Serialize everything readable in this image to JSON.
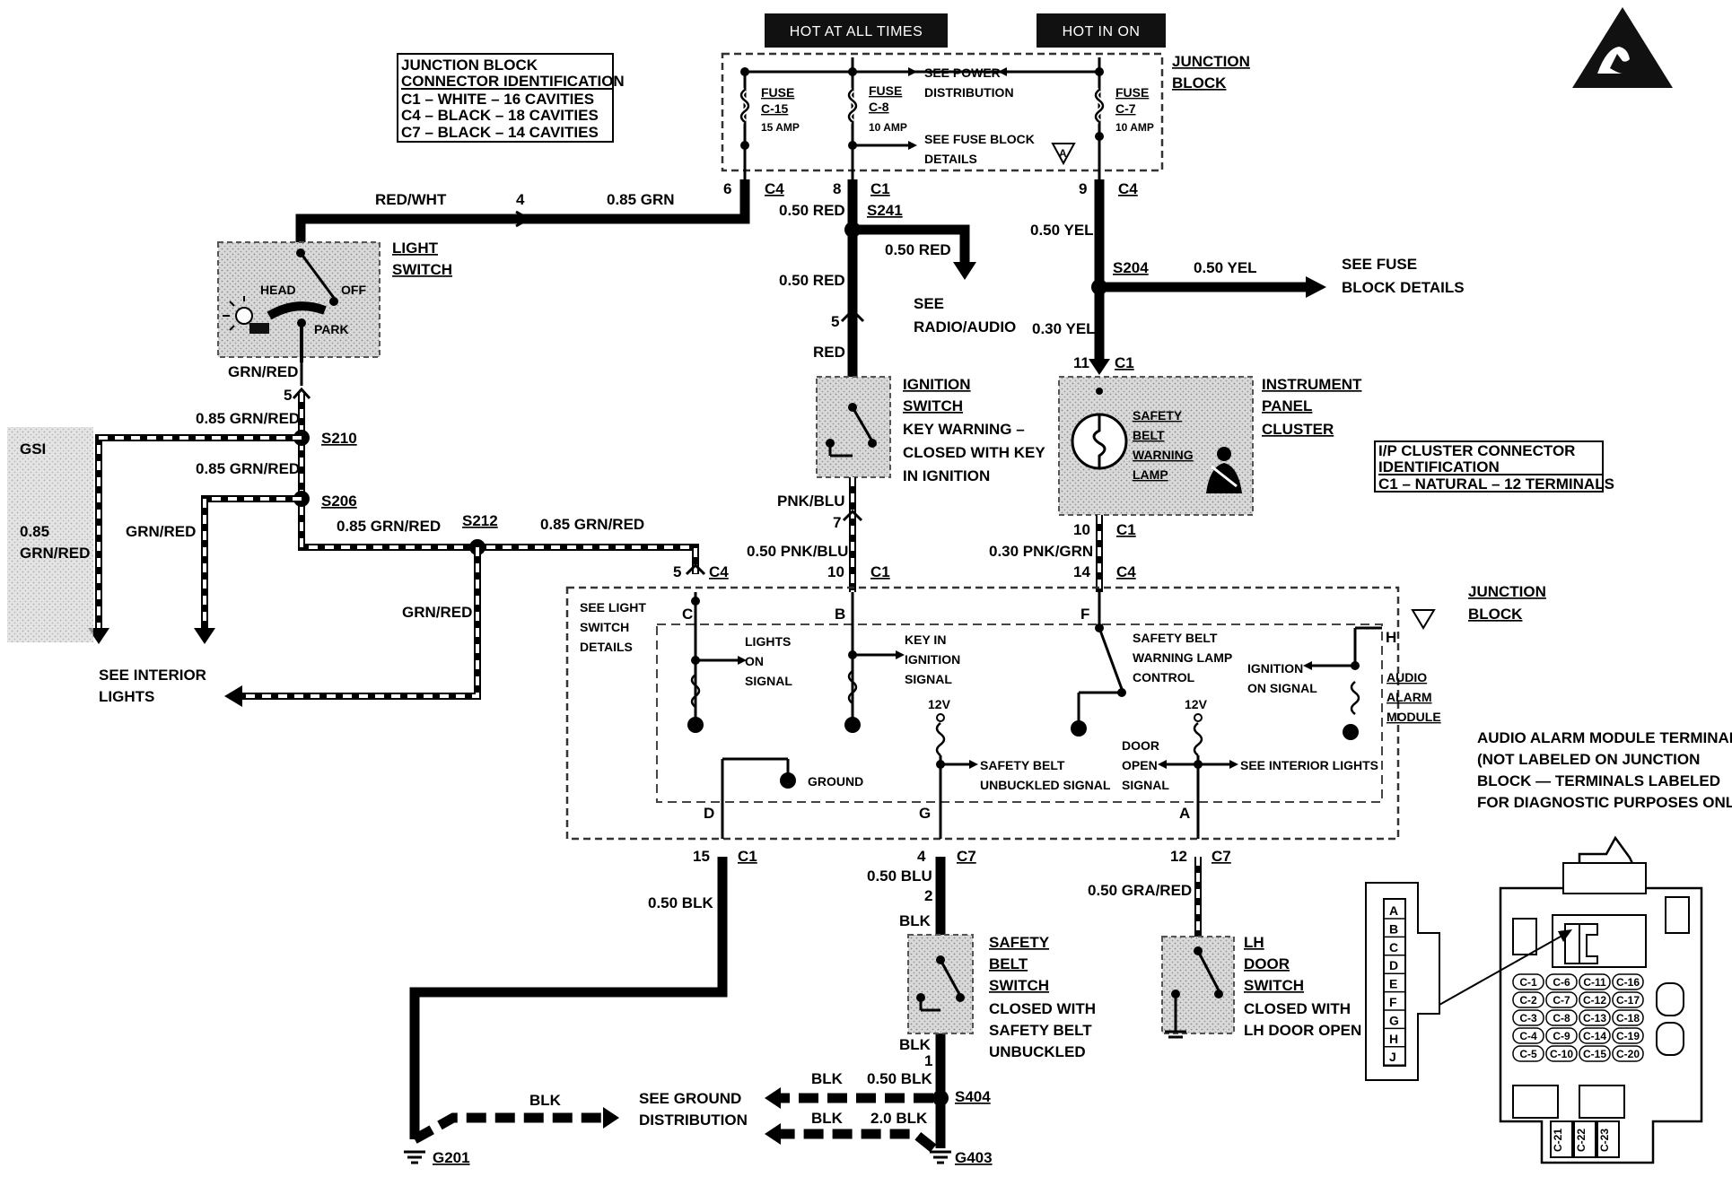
{
  "headers": {
    "hot_at_all_times": "HOT AT ALL TIMES",
    "hot_in_on": "HOT IN ON"
  },
  "junction_block_top": {
    "title_line1": "JUNCTION",
    "title_line2": "BLOCK",
    "see_power_line1": "SEE POWER",
    "see_power_line2": "DISTRIBUTION",
    "see_fuse_line1": "SEE FUSE BLOCK",
    "see_fuse_line2": "DETAILS",
    "fuses": [
      {
        "name": "FUSE",
        "id": "C-15",
        "rating": "15 AMP"
      },
      {
        "name": "FUSE",
        "id": "C-8",
        "rating": "10 AMP"
      },
      {
        "name": "FUSE",
        "id": "C-7",
        "rating": "10 AMP"
      }
    ],
    "ref_mark": "A"
  },
  "connector_id": {
    "title_line1": "JUNCTION BLOCK",
    "title_line2": "CONNECTOR IDENTIFICATION",
    "rows": [
      "C1 – WHITE – 16 CAVITIES",
      "C4 – BLACK – 18 CAVITIES",
      "C7 – BLACK – 14 CAVITIES"
    ]
  },
  "cluster_id": {
    "title_line1": "I/P CLUSTER CONNECTOR",
    "title_line2": "IDENTIFICATION",
    "row": "C1 – NATURAL – 12 TERMINALS"
  },
  "pins": {
    "p6": "6",
    "p8": "8",
    "p9": "9",
    "p4": "4",
    "p5a": "5",
    "p5b": "5",
    "p11": "11",
    "p7": "7",
    "p10a": "10",
    "p10b": "10",
    "p14": "14",
    "p5c": "5",
    "p15": "15",
    "p4b": "4",
    "p12": "12",
    "p2": "2",
    "p1": "1",
    "c4": "C4",
    "c1": "C1",
    "c7": "C7"
  },
  "wires": {
    "red_wht": "RED/WHT",
    "grn_085": "0.85 GRN",
    "red_050_a": "0.50 RED",
    "red_050_b": "0.50 RED",
    "red_050_c": "0.50 RED",
    "red": "RED",
    "yel_050_a": "0.50 YEL",
    "yel_050_b": "0.50 YEL",
    "yel_030": "0.30 YEL",
    "grn_red": "GRN/RED",
    "grn_red_085_a": "0.85 GRN/RED",
    "grn_red_085_b": "0.85 GRN/RED",
    "grn_red_085_c": "0.85 GRN/RED",
    "grn_red_085_d": "0.85 GRN/RED",
    "grn_red_b": "GRN/RED",
    "grn_red_c": "GRN/RED",
    "gsi": "GSI",
    "gsi_085": "0.85",
    "gsi_grnred": "GRN/RED",
    "pnk_blu": "PNK/BLU",
    "pnk_blu_050": "0.50 PNK/BLU",
    "pnk_grn_030": "0.30 PNK/GRN",
    "blk_050": "0.50 BLK",
    "blu_050": "0.50 BLU",
    "blk_a": "BLK",
    "blk_b": "BLK",
    "gra_red_050": "0.50 GRA/RED",
    "blk_c": "BLK",
    "blk_d": "BLK",
    "blk_050b": "0.50 BLK",
    "blk_e": "BLK",
    "blk_20": "2.0 BLK"
  },
  "splices": {
    "s241": "S241",
    "s204": "S204",
    "s210": "S210",
    "s206": "S206",
    "s212": "S212",
    "s404": "S404",
    "g201": "G201",
    "g403": "G403"
  },
  "refs": {
    "see_radio_1": "SEE",
    "see_radio_2": "RADIO/AUDIO",
    "see_fuse_1": "SEE FUSE",
    "see_fuse_2": "BLOCK DETAILS",
    "see_interior_1": "SEE INTERIOR",
    "see_interior_2": "LIGHTS",
    "see_ground_1": "SEE GROUND",
    "see_ground_2": "DISTRIBUTION"
  },
  "components": {
    "light_switch_1": "LIGHT",
    "light_switch_2": "SWITCH",
    "ls_head": "HEAD",
    "ls_off": "OFF",
    "ls_park": "PARK",
    "ign_1": "IGNITION",
    "ign_2": "SWITCH",
    "ign_3": "KEY WARNING –",
    "ign_4": "CLOSED WITH KEY",
    "ign_5": "IN IGNITION",
    "ipc_1": "INSTRUMENT",
    "ipc_2": "PANEL",
    "ipc_3": "CLUSTER",
    "lamp_1": "SAFETY",
    "lamp_2": "BELT",
    "lamp_3": "WARNING",
    "lamp_4": "LAMP",
    "sbs_1": "SAFETY",
    "sbs_2": "BELT",
    "sbs_3": "SWITCH",
    "sbs_4": "CLOSED WITH",
    "sbs_5": "SAFETY BELT",
    "sbs_6": "UNBUCKLED",
    "lhd_1": "LH",
    "lhd_2": "DOOR",
    "lhd_3": "SWITCH",
    "lhd_4": "CLOSED WITH",
    "lhd_5": "LH DOOR OPEN"
  },
  "junction_block_main": {
    "title_line1": "JUNCTION",
    "title_line2": "BLOCK",
    "see_light_1": "SEE LIGHT",
    "see_light_2": "SWITCH",
    "see_light_3": "DETAILS",
    "lights_on_1": "LIGHTS",
    "lights_on_2": "ON",
    "lights_on_3": "SIGNAL",
    "key_in_1": "KEY IN",
    "key_in_2": "IGNITION",
    "key_in_3": "SIGNAL",
    "sb_ctrl_1": "SAFETY BELT",
    "sb_ctrl_2": "WARNING LAMP",
    "sb_ctrl_3": "CONTROL",
    "ign_on_1": "IGNITION",
    "ign_on_2": "ON SIGNAL",
    "ground": "GROUND",
    "v12a": "12V",
    "v12b": "12V",
    "sb_unb_1": "SAFETY BELT",
    "sb_unb_2": "UNBUCKLED SIGNAL",
    "door_1": "DOOR",
    "door_2": "OPEN",
    "door_3": "SIGNAL",
    "see_int": "SEE INTERIOR LIGHTS",
    "aam_1": "AUDIO",
    "aam_2": "ALARM",
    "aam_3": "MODULE",
    "letters": {
      "c": "C",
      "b": "B",
      "f": "F",
      "h": "H",
      "d": "D",
      "g": "G",
      "a": "A"
    }
  },
  "aam_terminals": {
    "line1": "AUDIO ALARM MODULE TERMINALS",
    "line2": "(NOT LABELED ON JUNCTION",
    "line3": "BLOCK — TERMINALS LABELED",
    "line4": "FOR DIAGNOSTIC PURPOSES ONLY)",
    "letters": [
      "A",
      "B",
      "C",
      "D",
      "E",
      "F",
      "G",
      "H",
      "J"
    ],
    "cells": [
      "C-1",
      "C-6",
      "C-11",
      "C-16",
      "C-2",
      "C-7",
      "C-12",
      "C-17",
      "C-3",
      "C-8",
      "C-13",
      "C-18",
      "C-4",
      "C-9",
      "C-14",
      "C-19",
      "C-5",
      "C-10",
      "C-15",
      "C-20"
    ],
    "bottom": [
      "C-21",
      "C-22",
      "C-23"
    ]
  },
  "icons": [
    "esd-warning-icon",
    "seat-belt-icon",
    "headlamp-icon",
    "ground-icon"
  ]
}
